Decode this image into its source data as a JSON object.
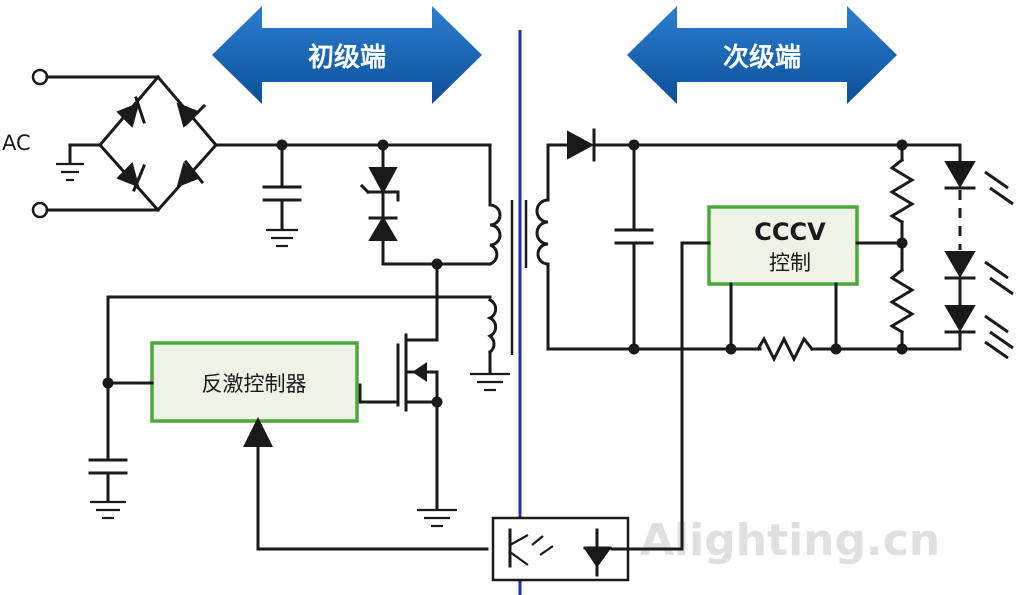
{
  "banners": {
    "primary": "初级端",
    "secondary": "次级端"
  },
  "labels": {
    "ac": "AC",
    "flyback_controller": "反激控制器",
    "cccv_line1": "CCCV",
    "cccv_line2": "控制"
  },
  "watermark": "Alighting.cn",
  "colors": {
    "banner_blue": "#1565b5",
    "box_border": "#4daa3a",
    "isolation_line": "#1f2fa0",
    "wire": "#1a1a1a"
  }
}
